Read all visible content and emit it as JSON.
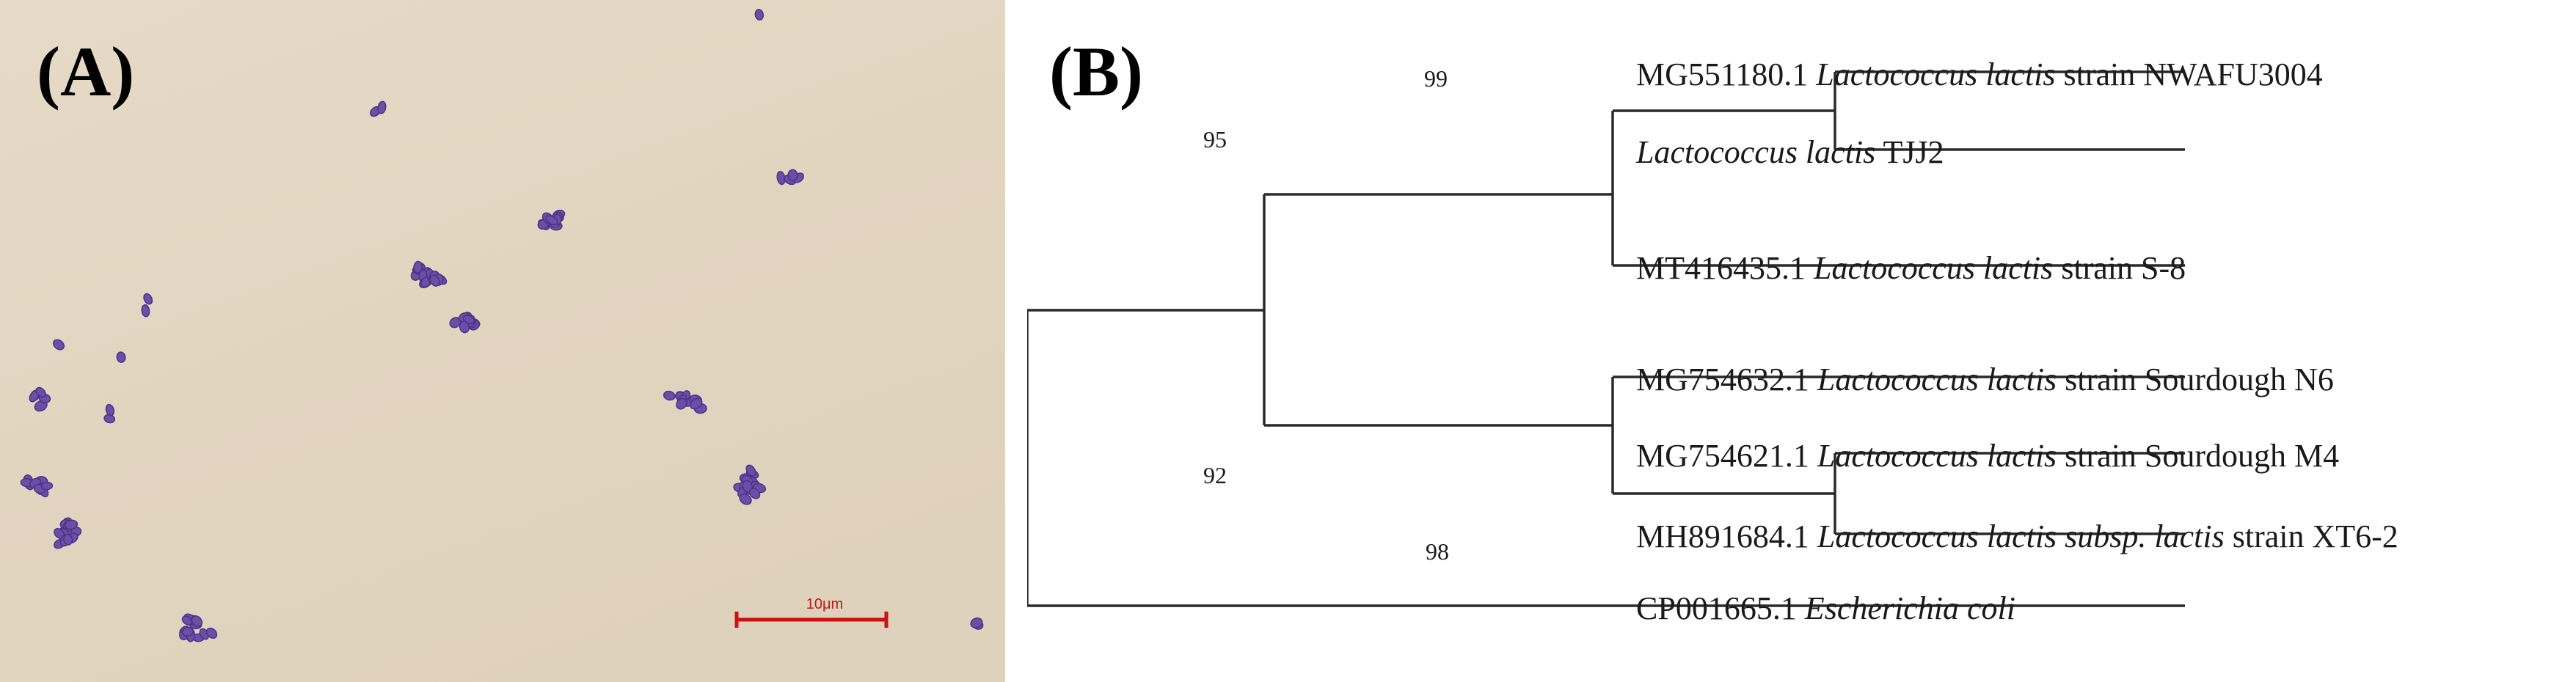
{
  "panels": {
    "a_label": "(A)",
    "b_label": "(B)"
  },
  "micrograph": {
    "scale_bar_label": "10μm",
    "colors": {
      "background": "#e3d6c1",
      "cell": "#6a4fa8",
      "scale_bar": "#cc1111"
    }
  },
  "tree": {
    "taxa": [
      {
        "accession": "MG551180.1",
        "species": "Lactococcus lactis",
        "strain": "strain NWAFU3004"
      },
      {
        "accession": "",
        "species": "Lactococcus lactis",
        "strain": "TJJ2"
      },
      {
        "accession": "MT416435.1",
        "species": "Lactococcus lactis",
        "strain": "strain S-8"
      },
      {
        "accession": "MG754632.1",
        "species": "Lactococcus lactis",
        "strain": "strain Sourdough N6"
      },
      {
        "accession": "MG754621.1",
        "species": "Lactococcus lactis",
        "strain": "strain Sourdough M4"
      },
      {
        "accession": "MH891684.1",
        "species": "Lactococcus lactis subsp. lactis",
        "strain": "strain XT6-2"
      },
      {
        "accession": "CP001665.1",
        "species": "Escherichia coli",
        "strain": ""
      }
    ],
    "bootstrap": [
      "99",
      "95",
      "92",
      "98"
    ]
  }
}
